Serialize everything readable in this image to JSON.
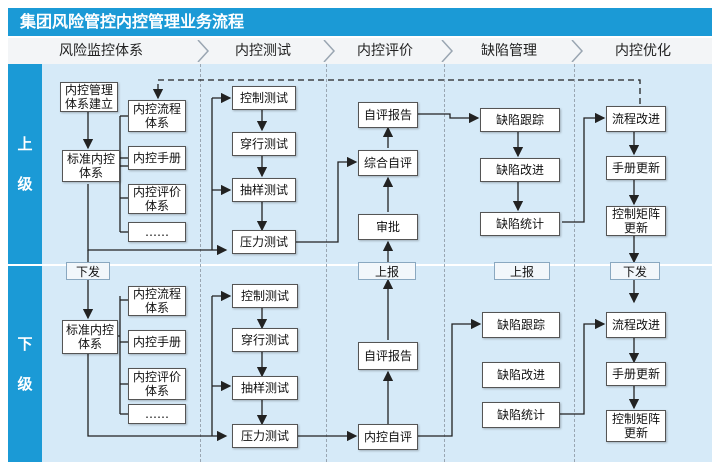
{
  "title": "集团风险管控内控管理业务流程",
  "columns": [
    "风险监控体系",
    "内控测试",
    "内控评价",
    "缺陷管理",
    "内控优化"
  ],
  "rows": {
    "upper": "上\n级",
    "lower": "下\n级"
  },
  "upper": {
    "system_build": "内控管理体系建立",
    "standard_system": "标准内控体系",
    "process_system": "内控流程体系",
    "manual": "内控手册",
    "eval_system": "内控评价体系",
    "ellipsis": "……",
    "control_test": "控制测试",
    "walk_test": "穿行测试",
    "sample_test": "抽样测试",
    "stress_test": "压力测试",
    "self_report": "自评报告",
    "comprehensive": "综合自评",
    "approve": "审批",
    "defect_track": "缺陷跟踪",
    "defect_improve": "缺陷改进",
    "defect_stat": "缺陷统计",
    "process_improve": "流程改进",
    "manual_update": "手册更新",
    "matrix_update": "控制矩阵更新"
  },
  "tags": {
    "issue": "下发",
    "report_eval": "上报",
    "report_defect": "上报",
    "issue_opt": "下发"
  },
  "lower": {
    "standard_system": "标准内控体系",
    "process_system": "内控流程体系",
    "manual": "内控手册",
    "eval_system": "内控评价体系",
    "ellipsis": "……",
    "control_test": "控制测试",
    "walk_test": "穿行测试",
    "sample_test": "抽样测试",
    "stress_test": "压力测试",
    "self_report": "自评报告",
    "self_eval": "内控自评",
    "defect_track": "缺陷跟踪",
    "defect_improve": "缺陷改进",
    "defect_stat": "缺陷统计",
    "process_improve": "流程改进",
    "manual_update": "手册更新",
    "matrix_update": "控制矩阵更新"
  },
  "colors": {
    "accent": "#1b9ad6",
    "band": "#d6eaf8"
  }
}
